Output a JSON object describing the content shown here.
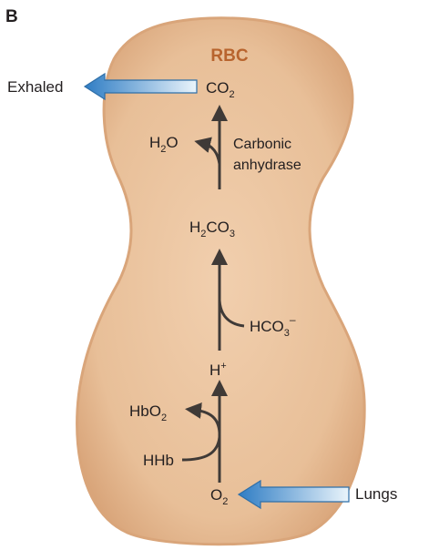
{
  "panel_label": "B",
  "cell_label": "RBC",
  "colors": {
    "cell_fill": "#e8bf98",
    "cell_edge": "#d9a57a",
    "cell_label": "#b8642e",
    "arrow_dark": "#3f3a37",
    "flow_arrow_light": "#cfe6f5",
    "flow_arrow_dark": "#2f7dc4",
    "text": "#231f20"
  },
  "molecules": {
    "co2": {
      "base": "CO",
      "sub": "2"
    },
    "h2o": {
      "pre": "H",
      "sub": "2",
      "post": "O"
    },
    "h2co3": {
      "pre": "H",
      "sub1": "2",
      "mid": "CO",
      "sub2": "3"
    },
    "hco3": {
      "base": "HCO",
      "sub": "3",
      "sup": "–"
    },
    "h_plus": {
      "base": "H",
      "sup": "+"
    },
    "hbo2": {
      "base": "HbO",
      "sub": "2"
    },
    "hhb": "HHb",
    "o2": {
      "base": "O",
      "sub": "2"
    }
  },
  "enzyme": {
    "line1": "Carbonic",
    "line2": "anhydrase"
  },
  "flows": {
    "exhaled": "Exhaled",
    "lungs": "Lungs"
  }
}
